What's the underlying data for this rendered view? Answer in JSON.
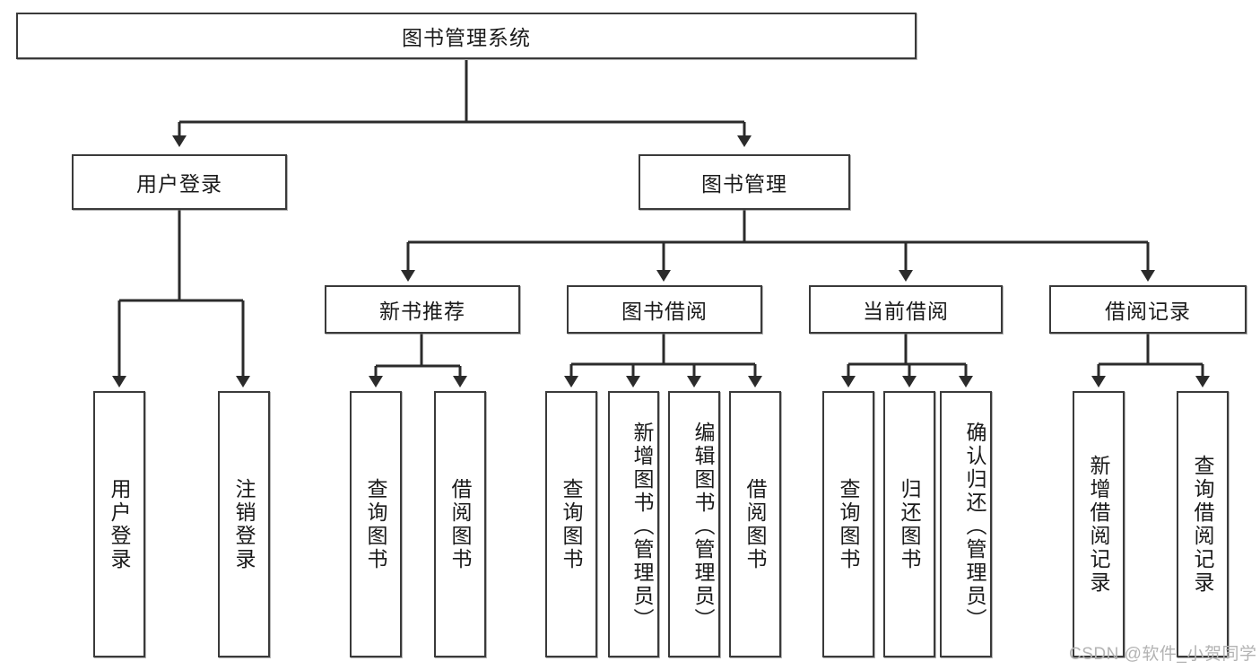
{
  "diagram": {
    "type": "tree",
    "title": "图书管理系统",
    "root": {
      "label": "图书管理系统"
    },
    "level2": [
      {
        "label": "用户登录"
      },
      {
        "label": "图书管理"
      }
    ],
    "level3": [
      {
        "label": "新书推荐"
      },
      {
        "label": "图书借阅"
      },
      {
        "label": "当前借阅"
      },
      {
        "label": "借阅记录"
      }
    ],
    "leaves": {
      "user_login": [
        {
          "label": "用户登录"
        },
        {
          "label": "注销登录"
        }
      ],
      "new_book_recommend": [
        {
          "label": "查询图书"
        },
        {
          "label": "借阅图书"
        }
      ],
      "book_borrow": [
        {
          "label": "查询图书"
        },
        {
          "label": "新增图书（管理员）"
        },
        {
          "label": "编辑图书（管理员）"
        },
        {
          "label": "借阅图书"
        }
      ],
      "current_borrow": [
        {
          "label": "查询图书"
        },
        {
          "label": "归还图书"
        },
        {
          "label": "确认归还（管理员）"
        }
      ],
      "borrow_record": [
        {
          "label": "新增借阅记录"
        },
        {
          "label": "查询借阅记录"
        }
      ]
    }
  },
  "watermark": {
    "text": "CSDN @软件_小贺同学"
  },
  "colors": {
    "box_border": "#3a3a3a",
    "box_fill": "#ffffff",
    "edge": "#2b2b2b",
    "text": "#1a1a1a",
    "watermark": "#b3b3b3",
    "background": "#ffffff"
  }
}
